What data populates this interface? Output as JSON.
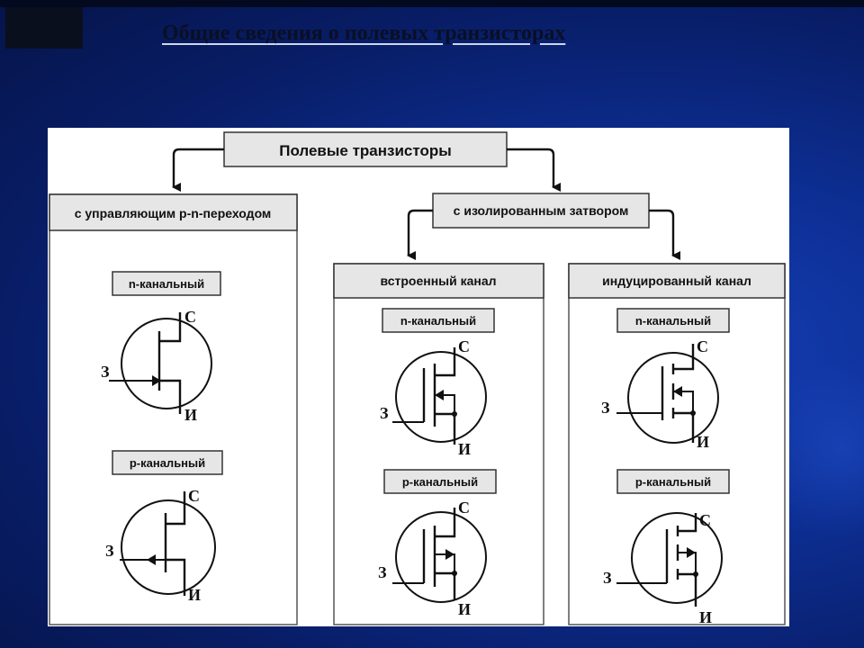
{
  "slide": {
    "title": "Общие сведения о полевых транзисторах"
  },
  "diagram": {
    "root": "Полевые транзисторы",
    "left_branch": "с управляющим p-n-переходом",
    "right_branch": "с изолированным затвором",
    "sub_builtin": "встроенный канал",
    "sub_induced": "индуцированный канал",
    "n_channel": "n-канальный",
    "p_channel": "p-канальный",
    "terminals": {
      "drain": "С",
      "gate": "З",
      "source": "И"
    }
  },
  "colors": {
    "background": "#0d2f95",
    "panel": "#ffffff",
    "box_fill": "#e6e6e6",
    "line": "#111111"
  }
}
